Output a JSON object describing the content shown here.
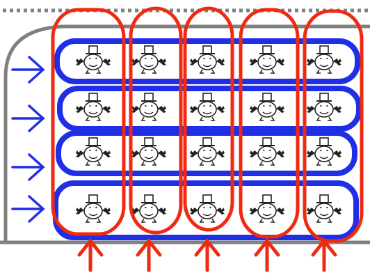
{
  "figure": {
    "rows": 4,
    "columns": 5,
    "row_direction": "left-to-right",
    "column_direction": "bottom-to-top",
    "colors": {
      "row_loop": "#1f2fe6",
      "column_loop": "#f02a10",
      "frame": "#808080",
      "figure_ink": "#222222",
      "background": "#ffffff"
    },
    "icons": {
      "row_arrow": "right-arrow-icon",
      "column_arrow": "up-arrow-icon",
      "figure": "top-hat-figure-icon"
    }
  }
}
